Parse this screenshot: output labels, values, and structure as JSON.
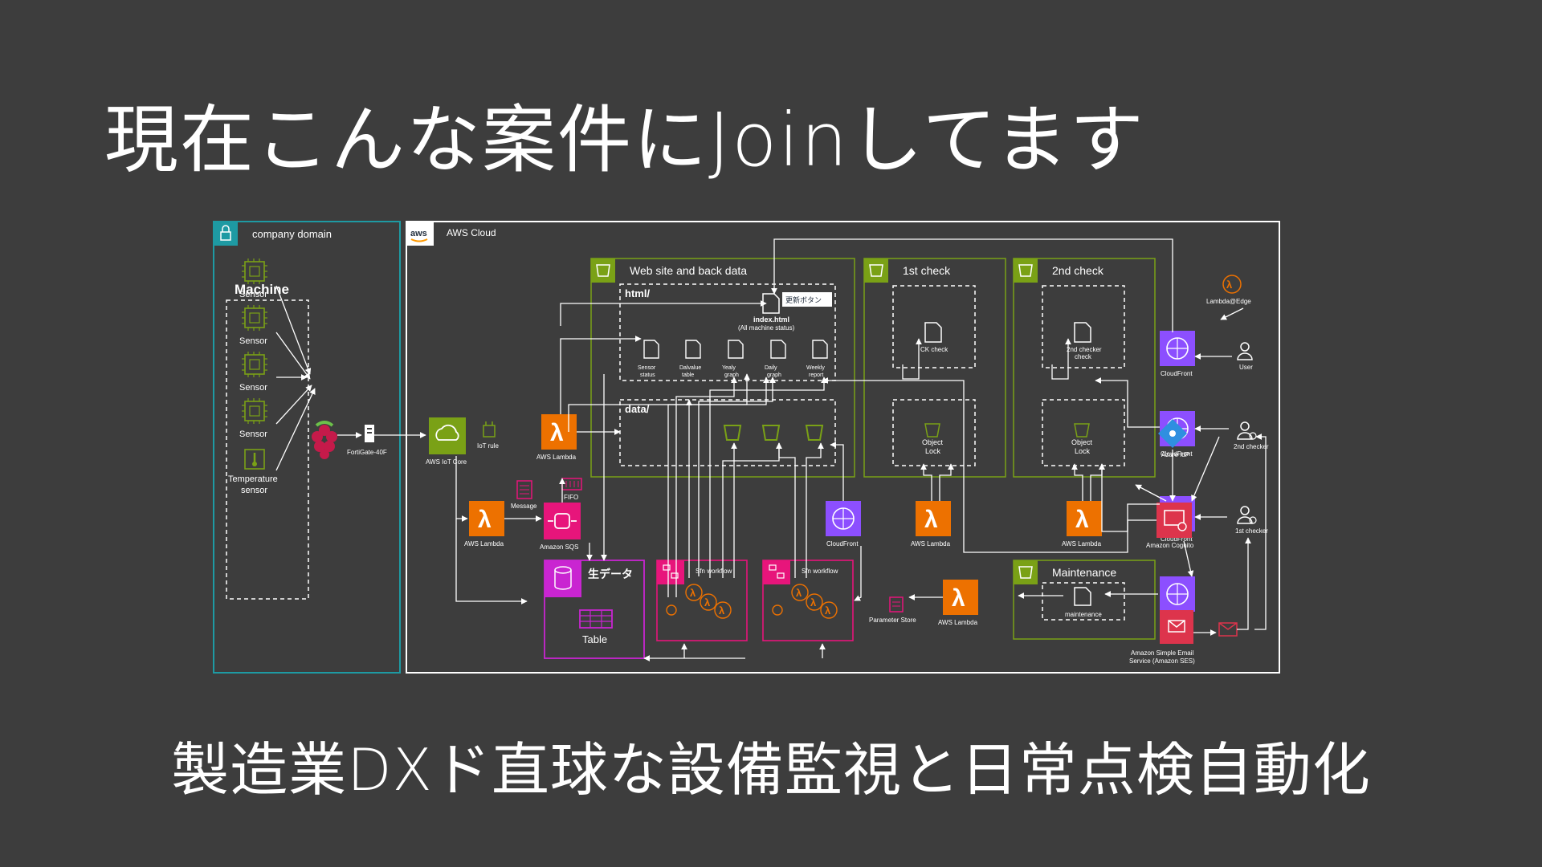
{
  "slide": {
    "title": "現在こんな案件にJoinしてます",
    "subtitle": "製造業DXド直球な設備監視と日常点検自動化"
  },
  "colors": {
    "background": "#3d3d3d",
    "company_border": "#1e9aa3",
    "aws_border": "#ffffff",
    "bucket_group": "#7aa116",
    "lambda": "#ed7100",
    "sqs_pink": "#e7157b",
    "dynamodb_pink": "#c925d1",
    "cloudfront": "#8c4fff",
    "cognito_red": "#dd344c",
    "azure_blue": "#2f8fe0",
    "iot_green": "#7aa116"
  },
  "diagram": {
    "company_domain": "company domain",
    "machine_label": "Machine",
    "sensor_label": "Sensor",
    "temperature_sensor_line1": "Temperature",
    "temperature_sensor_line2": "sensor",
    "fortigate": "FortiGate-40F",
    "aws_logo": "aws",
    "aws_cloud": "AWS Cloud",
    "iot_core": "AWS IoT Core",
    "iot_rule": "IoT rule",
    "lambda": "AWS Lambda",
    "message": "Message",
    "fifo": "FIFO",
    "sqs": "Amazon SQS",
    "raw_data": "生データ",
    "table": "Table",
    "website_group": "Web site and back data",
    "html_folder": "html/",
    "data_folder": "data/",
    "update_button": "更新ボタン",
    "index_line1": "index.html",
    "index_line2": "(All machine status)",
    "files": [
      {
        "line1": "Sensor",
        "line2": "status"
      },
      {
        "line1": "Dalvalue",
        "line2": "table"
      },
      {
        "line1": "Yealy",
        "line2": "graph"
      },
      {
        "line1": "Daily",
        "line2": "graph"
      },
      {
        "line1": "Weekly",
        "line2": "report"
      }
    ],
    "step_function": "Sfn workflow",
    "cloudfront": "CloudFront",
    "first_check": "1st check",
    "second_check": "2nd check",
    "ck_check": "CK check",
    "second_checker_check_line1": "2nd checker",
    "second_checker_check_line2": "check",
    "object_lock_line1": "Object",
    "object_lock_line2": "Lock",
    "maintenance_group": "Maintenance",
    "maintenance_file": "maintenance",
    "parameter_store": "Parameter Store",
    "lambda_edge": "Lambda@Edge",
    "user": "User",
    "azure_idp": "Azure IdP",
    "second_checker": "2nd checker",
    "first_checker": "1st checker",
    "cognito": "Amazon Cognito",
    "ses_line1": "Amazon Simple Email",
    "ses_line2": "Service (Amazon SES)"
  }
}
